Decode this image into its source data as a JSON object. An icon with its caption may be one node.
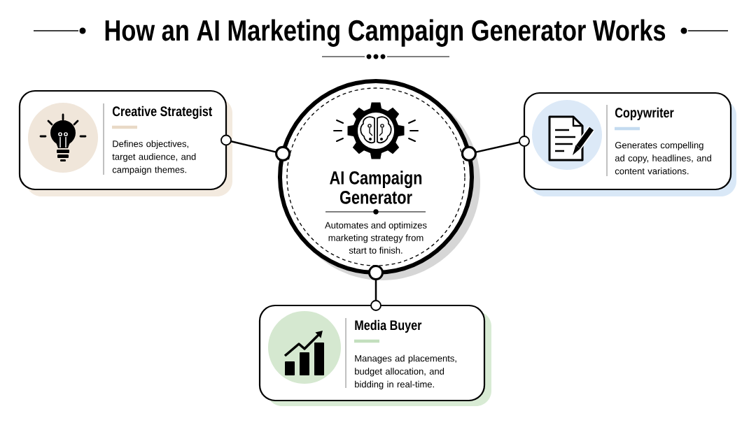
{
  "diagram": {
    "title": "How an AI Marketing Campaign Generator Works",
    "nodes": [
      {
        "text": [
          "AI Campaign Generator",
          "Automates and optimizes marketing strategy from start to finish."
        ]
      },
      {
        "text": [
          "Creative Strategist",
          "Defines objectives, target audience, and campaign themes."
        ]
      },
      {
        "text": [
          "Copywriter",
          "Generates compelling ad copy, headlines, and content variations."
        ]
      },
      {
        "text": [
          "Media Buyer",
          "Manages ad placements, budget allocation, and bidding in real-time."
        ]
      }
    ],
    "edges": [
      {
        "from": 0,
        "to": 1,
        "arrow": "other"
      },
      {
        "from": 0,
        "to": 2,
        "arrow": "other"
      },
      {
        "from": 0,
        "to": 3,
        "arrow": "other"
      }
    ]
  }
}
